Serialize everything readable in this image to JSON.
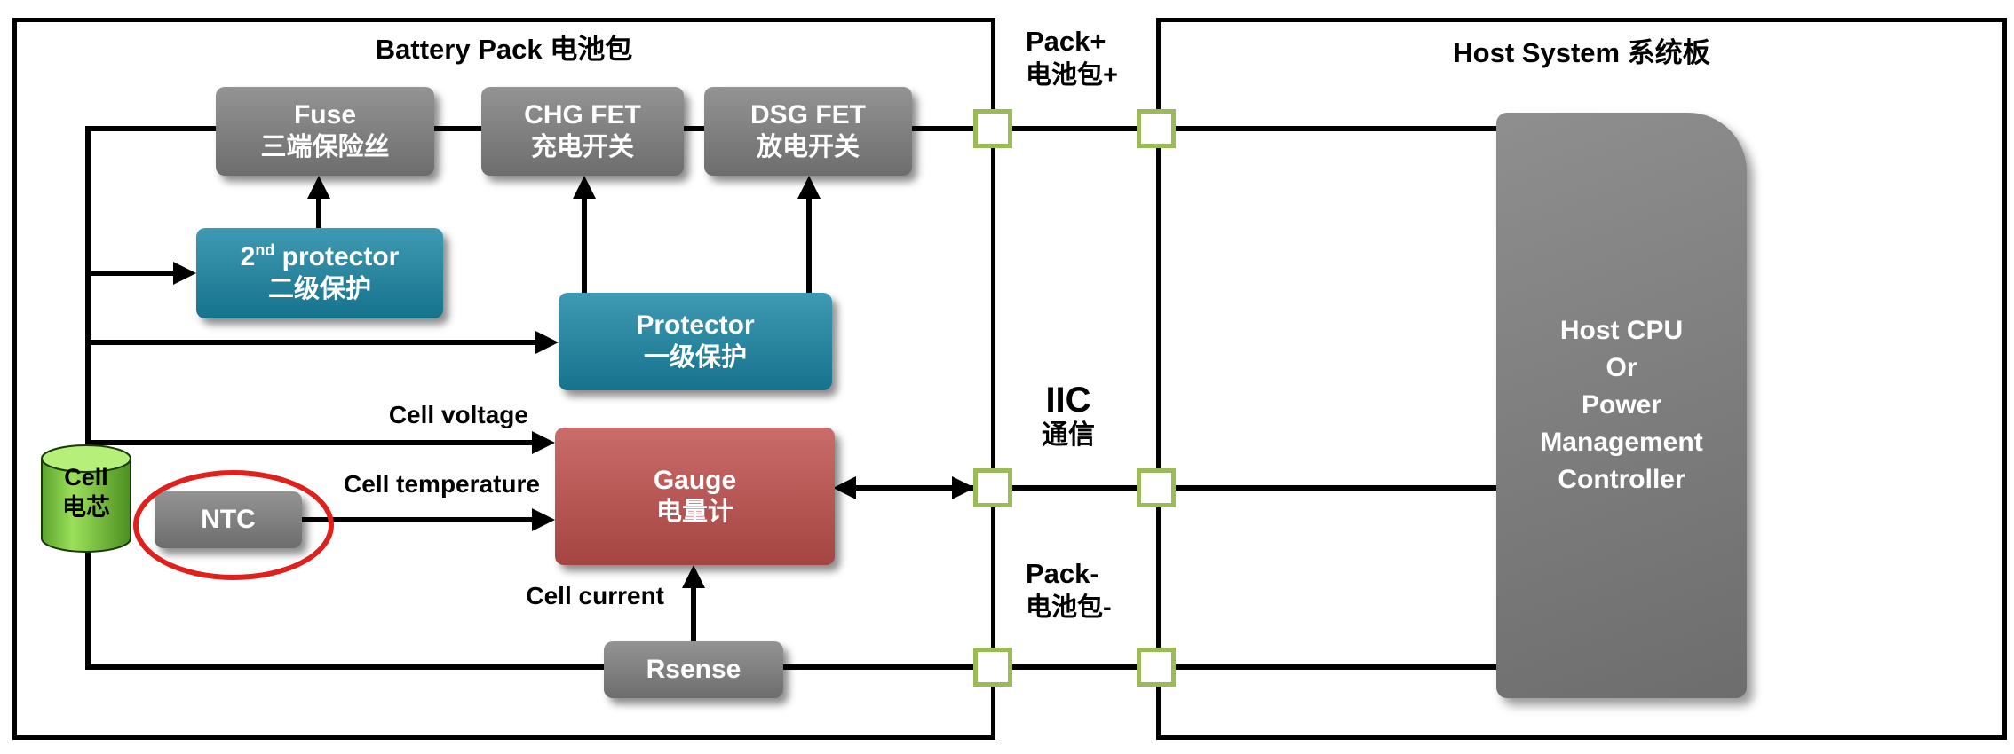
{
  "battery_pack": {
    "title": "Battery Pack 电池包",
    "blocks": {
      "fuse": {
        "name": "Fuse",
        "zh": "三端保险丝"
      },
      "chg_fet": {
        "name": "CHG FET",
        "zh": "充电开关"
      },
      "dsg_fet": {
        "name": "DSG FET",
        "zh": "放电开关"
      },
      "second_protector": {
        "num": "2",
        "sup": "nd",
        "rest": " protector",
        "zh": "二级保护"
      },
      "protector": {
        "name": "Protector",
        "zh": "一级保护"
      },
      "gauge": {
        "name": "Gauge",
        "zh": "电量计"
      },
      "ntc": {
        "name": "NTC"
      },
      "rsense": {
        "name": "Rsense"
      },
      "cell": {
        "name": "Cell",
        "zh": "电芯"
      }
    },
    "signals": {
      "cell_voltage": "Cell voltage",
      "cell_temperature": "Cell temperature",
      "cell_current": "Cell current"
    }
  },
  "interconnect": {
    "pack_plus": {
      "en": "Pack+",
      "zh": "电池包+"
    },
    "iic": {
      "en": "IIC",
      "zh": "通信"
    },
    "pack_minus": {
      "en": "Pack-",
      "zh": "电池包-"
    }
  },
  "host_system": {
    "title": "Host System 系统板",
    "controller": {
      "lines": [
        "Host CPU",
        "Or",
        "Power",
        "Management",
        "Controller"
      ]
    }
  },
  "colors": {
    "gray_block": "#7f7f7f",
    "teal_block": "#1a86a4",
    "red_block": "#c0504d",
    "cell_green": "#8ed44f",
    "connector_border": "#9bbb59",
    "highlight": "#e0201c",
    "line": "#000000"
  }
}
